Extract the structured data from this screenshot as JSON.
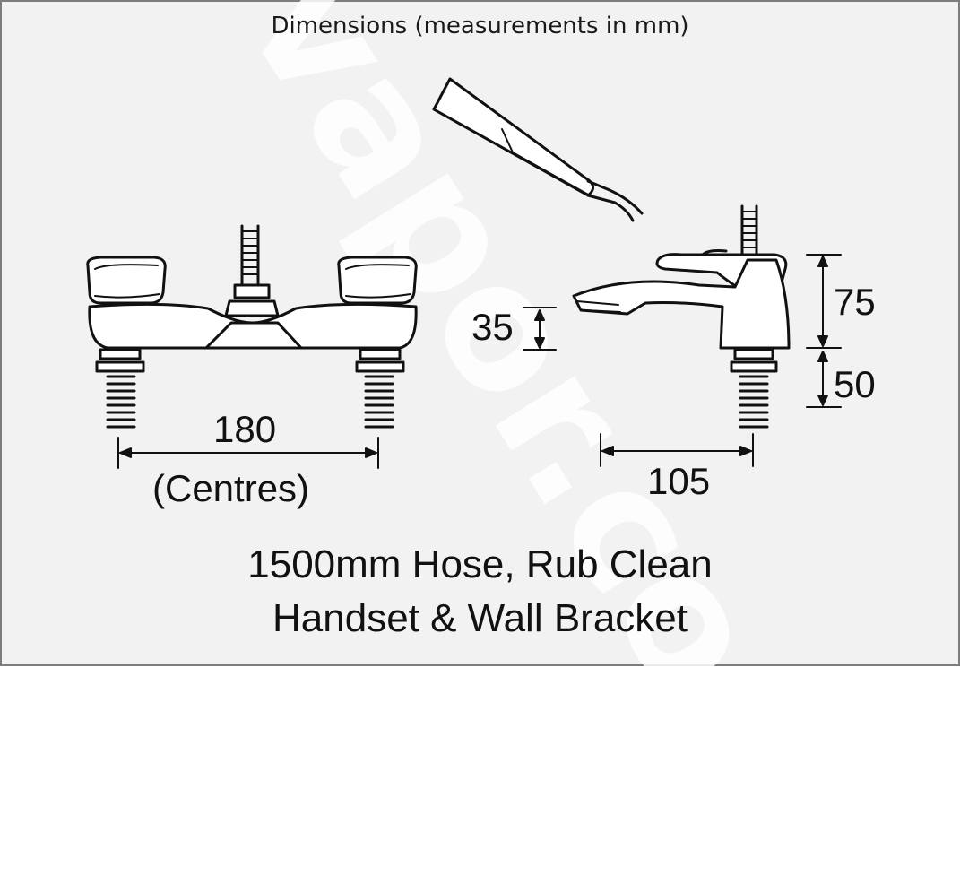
{
  "title": "Dimensions (measurements in mm)",
  "watermark": "vapor.com",
  "dimensions": {
    "centres_value": "180",
    "centres_label": "(Centres)",
    "spout_projection": "105",
    "spout_height": "35",
    "body_height": "75",
    "shank_length": "50"
  },
  "caption": {
    "line1": "1500mm Hose, Rub Clean",
    "line2": "Handset & Wall Bracket"
  }
}
